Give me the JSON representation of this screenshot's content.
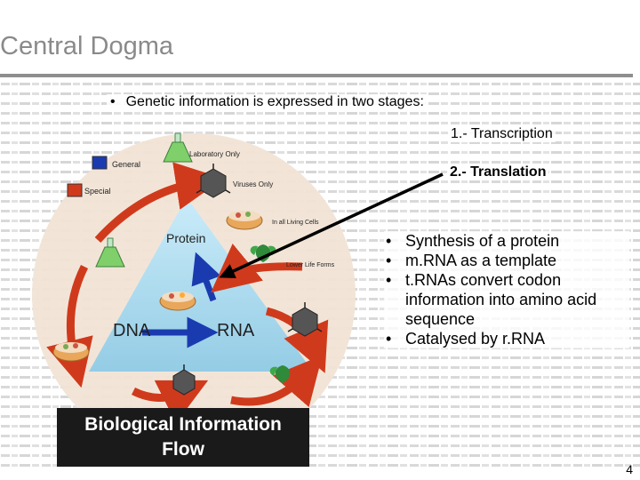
{
  "slide": {
    "title": "Central Dogma",
    "intro": "Genetic information is expressed in two stages:",
    "step1": "1.- Transcription",
    "step2": "2.- Translation",
    "bullets": [
      "Synthesis of a protein",
      "m.RNA as a template",
      "t.RNAs convert codon information into amino acid sequence",
      "Catalysed by r.RNA"
    ],
    "page_number": "4"
  },
  "figure": {
    "legend": {
      "general": "General",
      "special": "Special"
    },
    "labels": {
      "laboratory_only": "Laboratory Only",
      "viruses_only": "Viruses Only",
      "all_living_cells": "In all Living Cells",
      "lower_life_forms": "Lower Life Forms",
      "protein": "Protein",
      "dna": "DNA",
      "rna": "RNA"
    },
    "banner": {
      "line1": "Biological Information",
      "line2": "Flow"
    }
  },
  "colors": {
    "title": "#8a8a8a",
    "rule": "#8e8e8e",
    "circle": "#f1e4d6",
    "triangle": "#a8d8ee",
    "general_arrow": "#1a3bb0",
    "special_arrow": "#d03a1c",
    "banner_bg": "#1a1a1a"
  }
}
